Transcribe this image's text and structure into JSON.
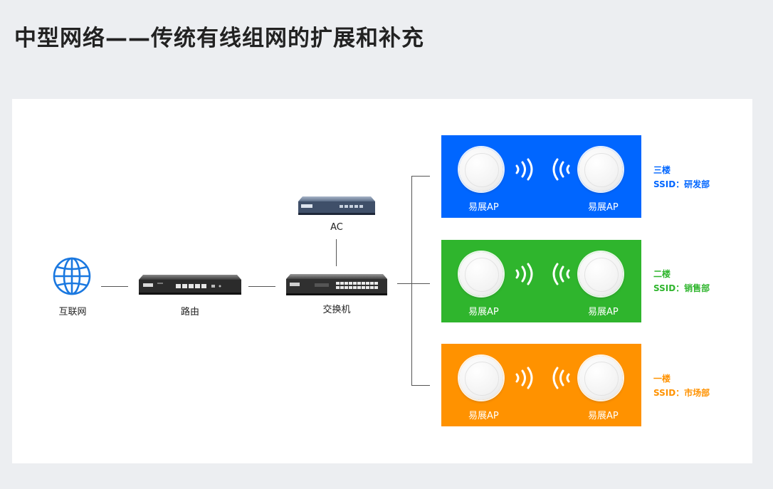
{
  "title": "中型网络——传统有线组网的扩展和补充",
  "nodes": {
    "internet": "互联网",
    "router": "路由",
    "switch": "交换机",
    "ac": "AC"
  },
  "floors": [
    {
      "name": "三楼",
      "ssid": "SSID：研发部",
      "color": "#0066ff",
      "ap_labels": [
        "易展AP",
        "易展AP"
      ]
    },
    {
      "name": "二楼",
      "ssid": "SSID：销售部",
      "color": "#2fb52d",
      "ap_labels": [
        "易展AP",
        "易展AP"
      ]
    },
    {
      "name": "一楼",
      "ssid": "SSID：市场部",
      "color": "#ff9200",
      "ap_labels": [
        "易展AP",
        "易展AP"
      ]
    }
  ],
  "icons": {
    "internet": "globe-icon",
    "router": "router-icon",
    "switch": "switch-icon",
    "ac": "ac-controller-icon",
    "ap": "access-point-icon",
    "wifi": "wifi-signal-icon"
  }
}
